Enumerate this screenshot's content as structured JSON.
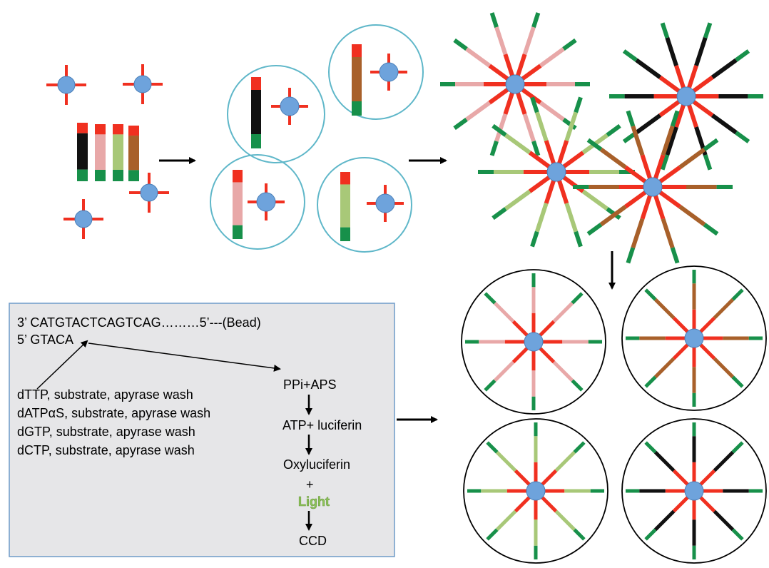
{
  "colors": {
    "linker": "#f03020",
    "bead": "#6ea3dc",
    "bead_edge": "#4a7fb8",
    "adaptor": "#17904a",
    "black_frag": "#111111",
    "pink_frag": "#e8a8a8",
    "lightgreen_frag": "#a8c878",
    "brown_frag": "#a8602a",
    "circle_stroke": "#5fb7c9",
    "box_fill": "#e6e6e8",
    "box_stroke": "#6e9bc9",
    "light_text": "#8dc35a"
  },
  "reaction": {
    "template_line": "3’ CATGTACTCAGTCAG………5’---(Bead)",
    "primer_line": "5’ GTACA",
    "washes": [
      "dTTP, substrate, apyrase wash",
      "dATPαS, substrate, apyrase wash",
      "dGTP, substrate, apyrase wash",
      "dCTP, substrate, apyrase wash"
    ],
    "cascade": {
      "step1": "PPi+APS",
      "step2": "ATP+ luciferin",
      "step3": "Oxyluciferin",
      "plus": "+",
      "light": "Light",
      "detector": "CCD"
    }
  },
  "icons": {
    "process_arrow": "right-arrow-icon",
    "down_arrow": "down-arrow-icon"
  }
}
